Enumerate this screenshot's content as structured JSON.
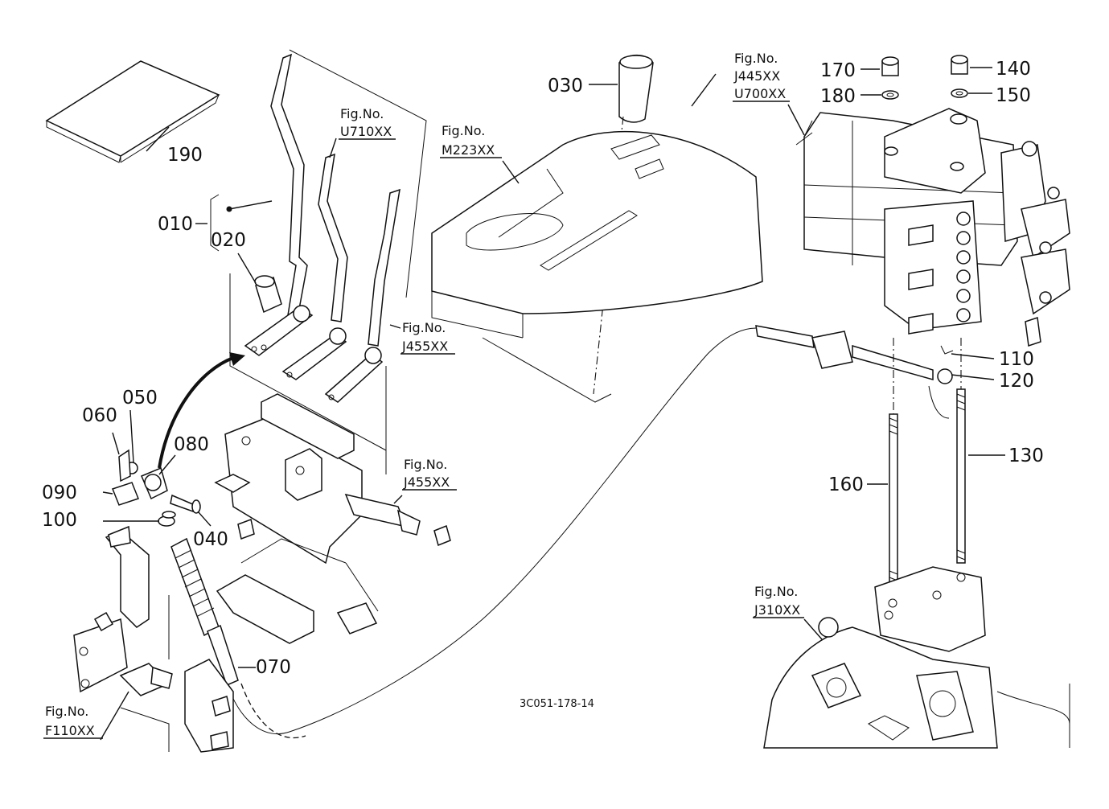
{
  "part_labels": {
    "p010": "010",
    "p020": "020",
    "p030": "030",
    "p040": "040",
    "p050": "050",
    "p060": "060",
    "p070": "070",
    "p080": "080",
    "p090": "090",
    "p100": "100",
    "p110": "110",
    "p120": "120",
    "p130": "130",
    "p140": "140",
    "p150": "150",
    "p160": "160",
    "p170": "170",
    "p180": "180",
    "p190": "190"
  },
  "figure_refs": {
    "heading": "Fig.No.",
    "u710": "U710XX",
    "m223": "M223XX",
    "j445": "J445XX",
    "u700": "U700XX",
    "j455_upper": "J455XX",
    "j455_lower": "J455XX",
    "j310": "J310XX",
    "f110": "F110XX"
  },
  "drawing_code": "3C051-178-14"
}
